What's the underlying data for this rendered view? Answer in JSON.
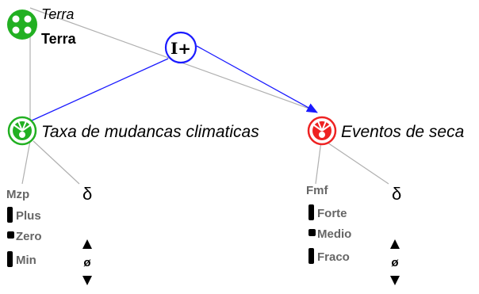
{
  "entity": {
    "italic_label": "Terra",
    "bold_label": "Terra",
    "icon": "green-dots-circle-icon",
    "color": "#22b022"
  },
  "influence": {
    "label": "I+",
    "color": "#1a1aff"
  },
  "quantities": [
    {
      "id": "taxa",
      "name": "Taxa de mudancas climaticas",
      "color": "#22b022",
      "icon": "green-gauge-icon",
      "quantity_space": {
        "name": "Mzp",
        "values": [
          "Plus",
          "Zero",
          "Min"
        ]
      },
      "derivative": {
        "symbol": "δ",
        "value": "ø"
      }
    },
    {
      "id": "eventos",
      "name": "Eventos de seca",
      "color": "#ee2222",
      "icon": "red-gauge-icon",
      "quantity_space": {
        "name": "Fmf",
        "values": [
          "Forte",
          "Medio",
          "Fraco"
        ]
      },
      "derivative": {
        "symbol": "δ",
        "value": "ø"
      }
    }
  ]
}
